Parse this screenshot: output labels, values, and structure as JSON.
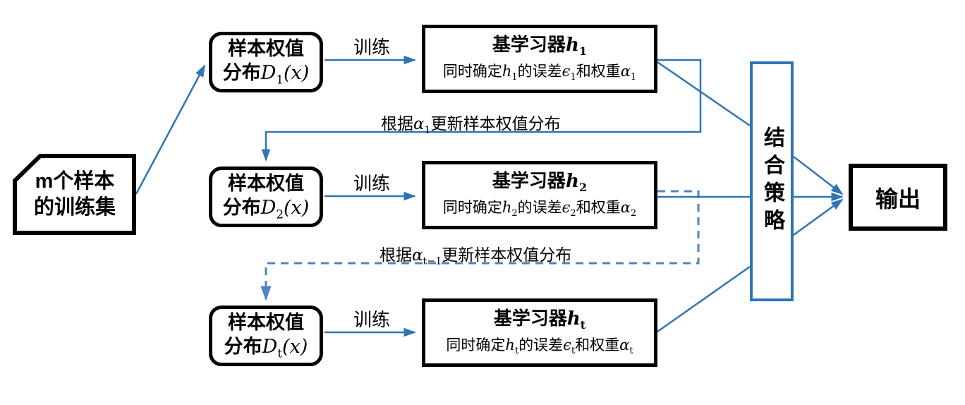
{
  "diagram": {
    "colors": {
      "accent": "#2E75B6",
      "dashed_line": "#4C84C4",
      "box_border": "#000000",
      "background": "#FFFFFF"
    },
    "training_box": {
      "line1": "m个样本",
      "line2": "的训练集"
    },
    "dist_boxes": [
      {
        "line1": "样本权值",
        "label2": "分布",
        "var": "D",
        "sub": "1",
        "args": "(x)"
      },
      {
        "line1": "样本权值",
        "label2": "分布",
        "var": "D",
        "sub": "2",
        "args": "(x)"
      },
      {
        "line1": "样本权值",
        "label2": "分布",
        "var": "D",
        "sub": "t",
        "args": "(x)"
      }
    ],
    "train_labels": [
      "训练",
      "训练",
      "训练"
    ],
    "learners": [
      {
        "title_label": "基学习器",
        "var": "h",
        "sub": "1",
        "detail": {
          "p1": "同时确定",
          "v1": "h",
          "s1": "1",
          "p2": "的误差",
          "v2": "ϵ",
          "s2": "1",
          "p3": "和权重",
          "v3": "α",
          "s3": "1"
        }
      },
      {
        "title_label": "基学习器",
        "var": "h",
        "sub": "2",
        "detail": {
          "p1": "同时确定",
          "v1": "h",
          "s1": "2",
          "p2": "的误差",
          "v2": "ϵ",
          "s2": "2",
          "p3": "和权重",
          "v3": "α",
          "s3": "2"
        }
      },
      {
        "title_label": "基学习器",
        "var": "h",
        "sub": "t",
        "detail": {
          "p1": "同时确定",
          "v1": "h",
          "s1": "t",
          "p2": "的误差",
          "v2": "ϵ",
          "s2": "t",
          "p3": "和权重",
          "v3": "α",
          "s3": "t"
        }
      }
    ],
    "feedback_labels": [
      {
        "prefix": "根据",
        "var": "α",
        "sub": "1",
        "suffix": "更新样本权值分布"
      },
      {
        "prefix": "根据",
        "var": "α",
        "sub": "t−1",
        "suffix": "更新样本权值分布"
      }
    ],
    "combine_box": {
      "text": "结合策略"
    },
    "output_box": {
      "text": "输出"
    }
  }
}
